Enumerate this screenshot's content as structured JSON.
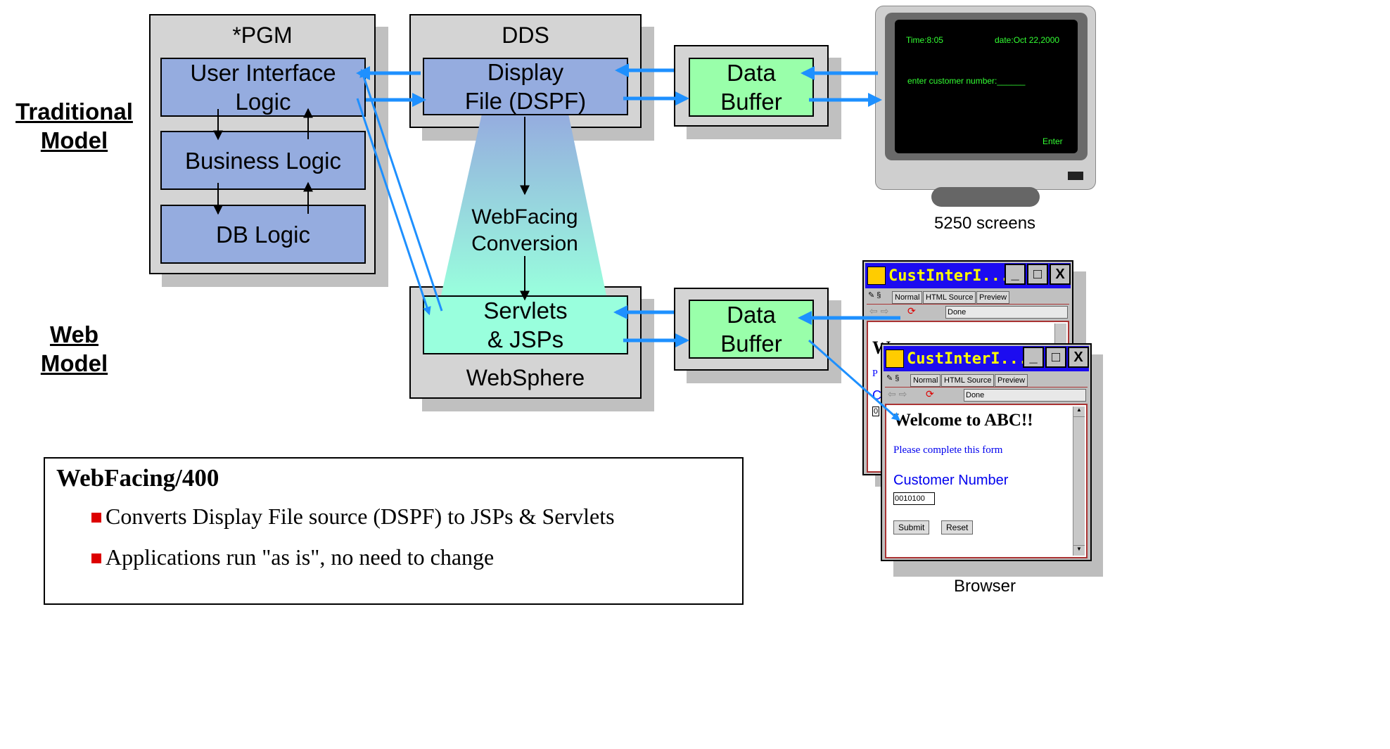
{
  "side_labels": {
    "traditional": [
      "Traditional",
      "Model"
    ],
    "web": [
      "Web",
      "Model"
    ]
  },
  "pgm": {
    "title": "*PGM",
    "ui_logic": [
      "User Interface",
      "Logic"
    ],
    "business_logic": "Business Logic",
    "db_logic": "DB Logic"
  },
  "dds": {
    "title": "DDS",
    "display_file": [
      "Display",
      "File (DSPF)"
    ]
  },
  "conversion": [
    "WebFacing",
    "Conversion"
  ],
  "websphere": {
    "title": "WebSphere",
    "servlets": [
      "Servlets",
      "& JSPs"
    ]
  },
  "data_buffer_top": [
    "Data",
    "Buffer"
  ],
  "data_buffer_bottom": [
    "Data",
    "Buffer"
  ],
  "monitor": {
    "time": "Time:8:05",
    "date": "date:Oct 22,2000",
    "prompt": "enter customer number:______",
    "enter": "Enter",
    "caption": "5250 screens"
  },
  "browser": {
    "caption": "Browser",
    "window_title": "CustInterI...",
    "min": "_",
    "max": "□",
    "close": "X",
    "tabs": [
      "Normal",
      "HTML Source",
      "Preview"
    ],
    "status": "Done",
    "heading": "Welcome to ABC!!",
    "instructions": "Please complete this form",
    "field_label": "Customer Number",
    "field_value": "0010100",
    "submit": "Submit",
    "reset": "Reset",
    "back_peek": [
      "W",
      "P",
      "C",
      "0"
    ]
  },
  "bottom_box": {
    "title": "WebFacing/400",
    "bullets": [
      "Converts Display File source (DSPF) to JSPs & Servlets",
      "Applications run \"as is\", no need to change"
    ]
  },
  "colors": {
    "logic_blue": "#95acdf",
    "buffer_green": "#99ffaa",
    "arrow_blue": "#1e90ff",
    "cone_top": "#95acdf",
    "cone_bottom": "#99ffdd",
    "title_bar": "#1c0cf0",
    "bullet_red": "#dd0000"
  }
}
